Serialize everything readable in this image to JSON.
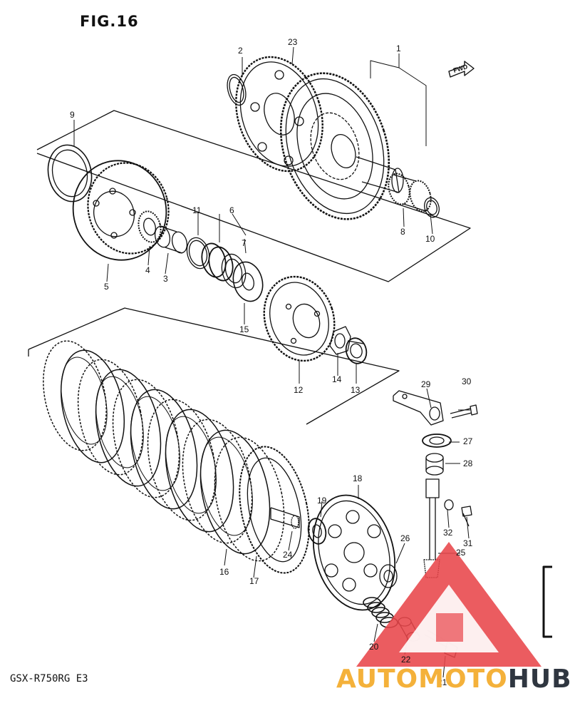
{
  "figure": {
    "title": "FIG.16",
    "model_code": "GSX-R750RG  E3",
    "fwd_label": "FWD"
  },
  "watermark": {
    "part1": "AUTO",
    "part2": "MOTO",
    "part3": "HUB",
    "colors": {
      "logo_red": "#e8454a",
      "logo_orange": "#f4b13a",
      "text_dark": "#2f3640"
    }
  },
  "callouts": [
    "1",
    "2",
    "3",
    "4",
    "5",
    "6",
    "7",
    "8",
    "9",
    "10",
    "11",
    "12",
    "13",
    "14",
    "15",
    "16",
    "17",
    "18",
    "19",
    "20",
    "21",
    "22",
    "23",
    "24",
    "25",
    "26",
    "27",
    "28",
    "29",
    "30",
    "31",
    "32"
  ]
}
